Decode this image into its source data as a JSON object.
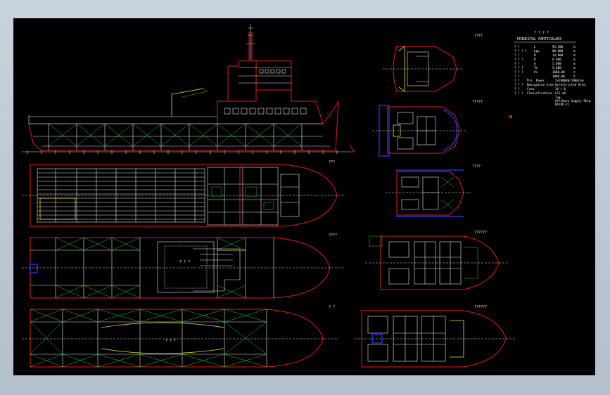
{
  "labels": {
    "plan_main_deck": "???",
    "plan_tween_deck": "????",
    "plan_tank_top": "? ?",
    "plan_wheelhouse_top": "????",
    "plan_wheelhouse": "?????",
    "plan_nav_deck": "????",
    "plan_boat_deck": "??????",
    "plan_fc_deck": "??????",
    "hold_label": "? ? ?",
    "bottom_label": "? ? ?"
  },
  "particulars": {
    "title_cn": "? ? ? ?",
    "title_en": "PRINCIPAL PARTICULARS",
    "rows": [
      {
        "cn": "? ?",
        "mark": "L",
        "val": "93.380",
        "unit": "m"
      },
      {
        "cn": "? ? ? ?",
        "mark": "Lpp",
        "val": "80.000",
        "unit": "m"
      },
      {
        "cn": "? ?",
        "mark": "B",
        "val": "14.000",
        "unit": "m"
      },
      {
        "cn": "? ? ?",
        "mark": "D",
        "val": "6.800",
        "unit": "m"
      },
      {
        "cn": "? ?",
        "mark": "d",
        "val": "5.800",
        "unit": "m"
      },
      {
        "cn": "? ? ?",
        "mark": "Tm",
        "val": "5.600",
        "unit": "m"
      },
      {
        "cn": "? ? ?",
        "mark": "Ps",
        "val": "1600.00",
        "unit": "t"
      },
      {
        "cn": "? ?",
        "mark": "",
        "val": "3000.00",
        "unit": "t"
      }
    ],
    "extra": [
      {
        "cn": "? ?",
        "mark": "M.E. Power",
        "val": "2×2000kW/1000rpm"
      },
      {
        "cn": "? ? ?",
        "mark": "Navigation Area",
        "val": "Unrestricted Area"
      },
      {
        "cn": "? ?",
        "mark": "Crew",
        "val": "16 + 6"
      },
      {
        "cn": "? ? ?",
        "mark": "Classification",
        "val": "CCS  ✠A"
      }
    ],
    "notation": [
      "Tug",
      "Offshore Supply Ship",
      "DP(DP-2)"
    ]
  },
  "colors": {
    "background": "#000000",
    "hull": "#e31b1b",
    "structure": "#25d63a",
    "detail": "#e8e8e8",
    "highlight": "#f2e020",
    "accent": "#2a3cff"
  }
}
